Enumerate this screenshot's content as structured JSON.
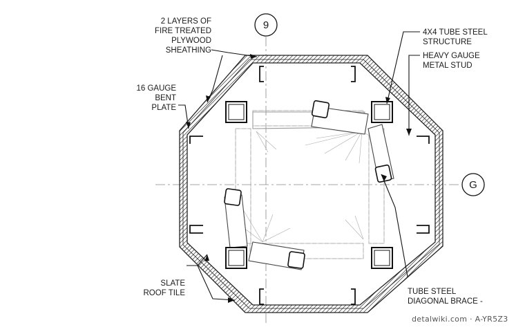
{
  "grid": {
    "vertical": "9",
    "horizontal": "G"
  },
  "labels": {
    "plywood": [
      "2 LAYERS OF",
      "FIRE TREATED",
      "PLYWOOD",
      "SHEATHING"
    ],
    "bent_plate": [
      "16 GAUGE",
      "BENT",
      "PLATE"
    ],
    "tube": [
      "4X4 TUBE STEEL",
      "STRUCTURE"
    ],
    "stud": [
      "HEAVY GAUGE",
      "METAL STUD"
    ],
    "slate": [
      "SLATE",
      "ROOF TILE"
    ],
    "brace": [
      "TUBE STEEL",
      "DIAGONAL BRACE -"
    ]
  },
  "watermark": "detalwiki.com · A-YR5Z3"
}
